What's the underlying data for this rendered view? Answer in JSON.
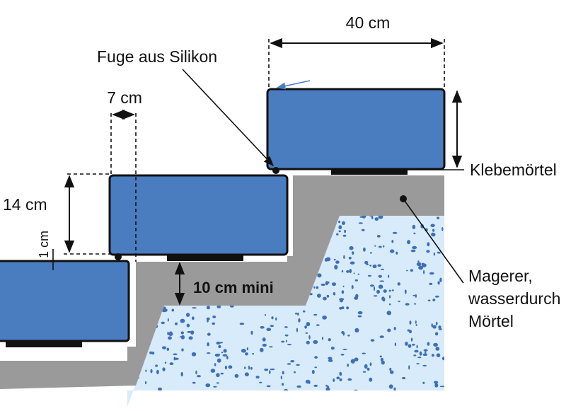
{
  "labels": {
    "width_top": "40 cm",
    "joint": "Fuge aus Silikon",
    "overhang": "7 cm",
    "rise": "14 cm",
    "gap": "1 cm",
    "adhesive": "Klebemörtel",
    "min_thickness": "10 cm mini",
    "lean_mortar_1": "Magerer,",
    "lean_mortar_2": "wasserdurch",
    "lean_mortar_3": "Mörtel"
  },
  "colors": {
    "slab": "#4a7cc0",
    "mortar": "#9a9a9b",
    "gravel_bg": "#d7ebfa",
    "gravel_dot": "#3f6fb7",
    "adhesive_pad": "#111111"
  }
}
